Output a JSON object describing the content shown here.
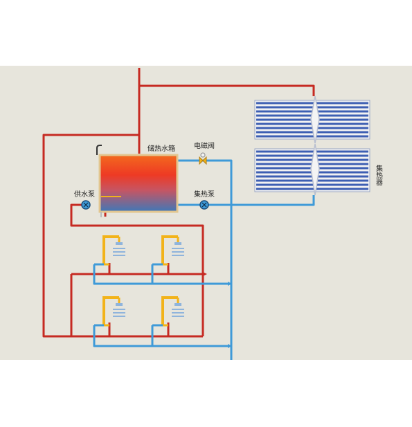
{
  "labels": {
    "storage_tank": "储热水箱",
    "solenoid_valve": "电磁阀",
    "supply_pump": "供水泵",
    "collector_pump": "集热泵",
    "collector": "集热器"
  },
  "colors": {
    "background": "#e7e5dc",
    "hot_pipe": "#c62a22",
    "cold_pipe": "#3f9ad8",
    "shower_pipe": "#f2b31a",
    "collector_tube": "#3d5fb3",
    "tank_top": "#f04a22",
    "tank_bottom": "#3c78b9"
  },
  "icons": {
    "pump": "pump-icon",
    "valve": "valve-icon",
    "shower": "shower-head-icon"
  }
}
